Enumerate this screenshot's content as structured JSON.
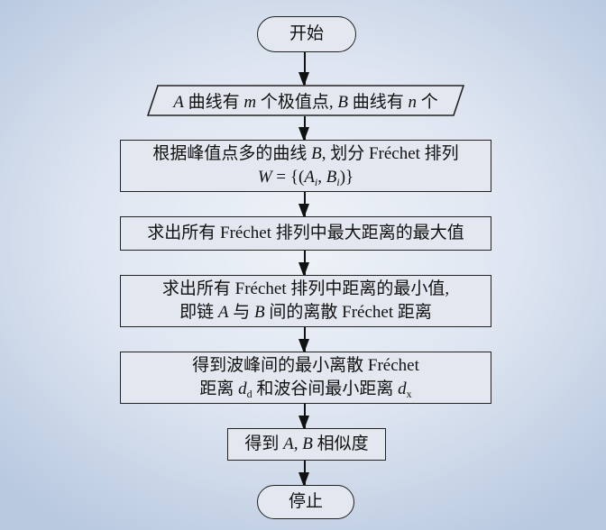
{
  "start": "开始",
  "input": {
    "a": "A",
    "t1": " 曲线有 ",
    "m": "m",
    "t2": " 个极值点, ",
    "b": "B",
    "t3": " 曲线有 ",
    "n": "n",
    "t4": " 个"
  },
  "step1": {
    "l1a": "根据峰值点多的曲线 ",
    "l1b": "B",
    "l1c": ", 划分 Fréchet 排列",
    "w": "W",
    "eq": " = {(",
    "ai": "A",
    "i1": "i",
    "comma": ", ",
    "bi": "B",
    "i2": "i",
    "close": ")}"
  },
  "step2": "求出所有 Fréchet 排列中最大距离的最大值",
  "step3": {
    "l1": "求出所有 Fréchet 排列中距离的最小值,",
    "l2a": "即链 ",
    "a": "A",
    "l2b": " 与 ",
    "b": "B",
    "l2c": " 间的离散 Fréchet 距离"
  },
  "step4": {
    "l1": "得到波峰间的最小离散 Fréchet",
    "l2a": "距离 ",
    "d1": "d",
    "s1": "d",
    "l2b": " 和波谷间最小距离 ",
    "d2": "d",
    "s2": "x"
  },
  "step5": {
    "t1": "得到 ",
    "ab": "A, B",
    "t2": " 相似度"
  },
  "end": "停止"
}
